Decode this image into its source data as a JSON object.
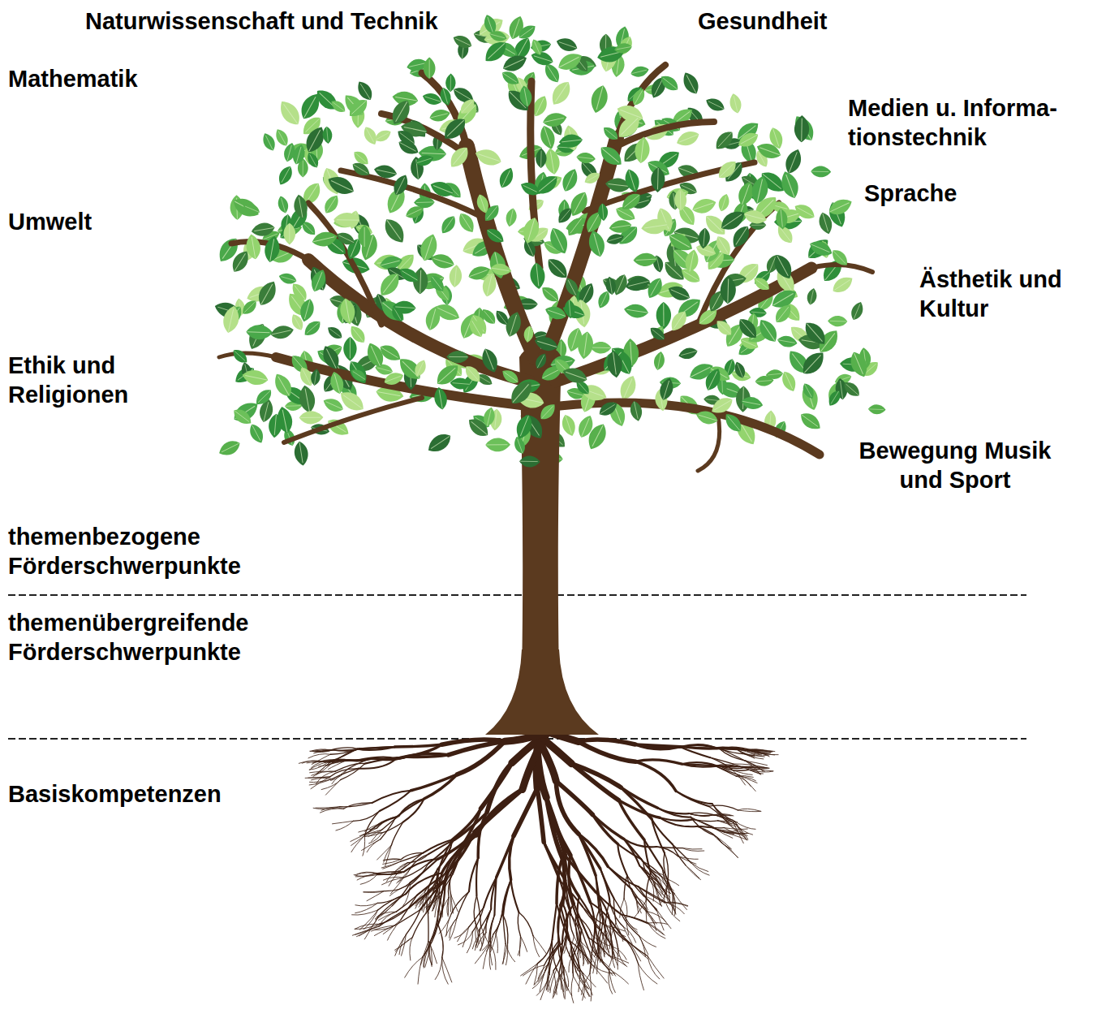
{
  "diagram": {
    "labels": [
      "Naturwissenschaft und Technik",
      "Gesundheit",
      "Mathematik",
      "Medien u. Informa-tionstechnik",
      "Sprache",
      "Umwelt",
      "Ästhetik und Kultur",
      "Ethik und Religionen",
      "Bewegung Musik und Sport",
      "themenbezogene Förderschwerpunkte",
      "themenübergreifende Förderschwerpunkte",
      "Basiskompetenzen"
    ]
  }
}
